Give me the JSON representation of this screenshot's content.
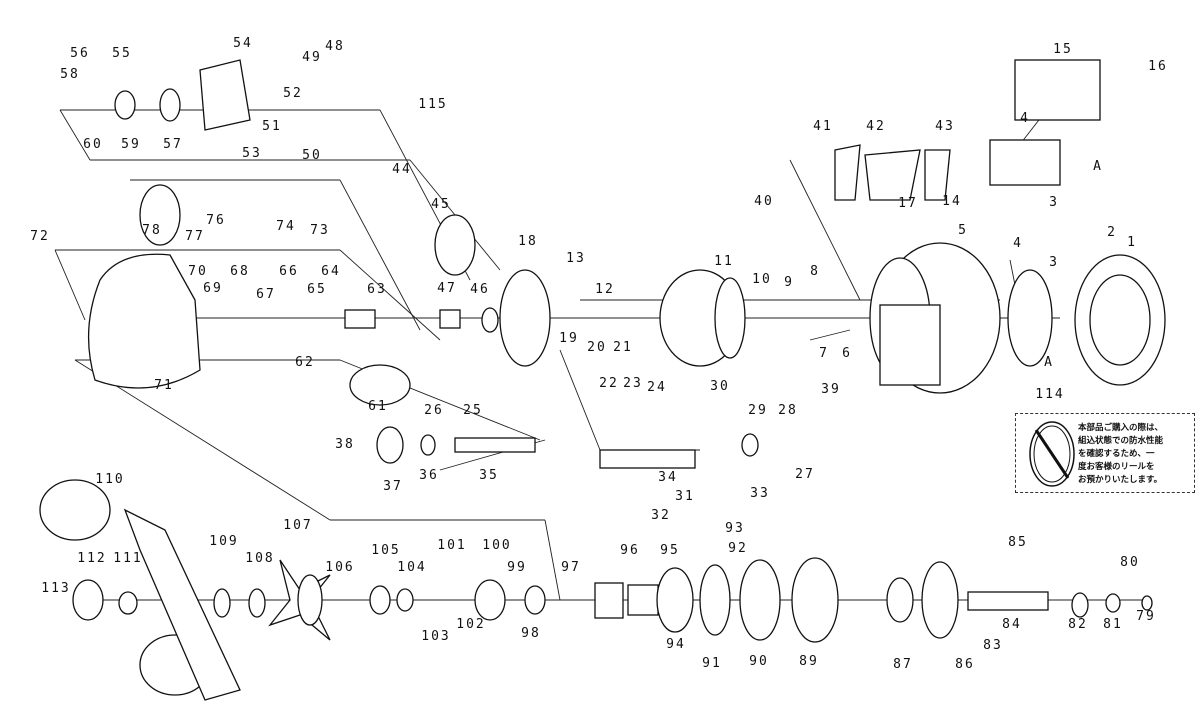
{
  "title": "Exploded parts diagram",
  "callouts": [
    "56",
    "55",
    "54",
    "48",
    "49",
    "58",
    "52",
    "51",
    "53",
    "50",
    "60",
    "59",
    "57",
    "115",
    "15",
    "16",
    "41",
    "42",
    "43",
    "4",
    "A",
    "44",
    "45",
    "78",
    "77",
    "76",
    "74",
    "73",
    "72",
    "18",
    "13",
    "12",
    "11",
    "10",
    "9",
    "8",
    "40",
    "17",
    "14",
    "5",
    "3",
    "2",
    "3",
    "4",
    "1",
    "70",
    "69",
    "68",
    "66",
    "67",
    "65",
    "64",
    "63",
    "47",
    "46",
    "19",
    "20",
    "21",
    "7",
    "6",
    "39",
    "A",
    "62",
    "61",
    "26",
    "25",
    "22",
    "23",
    "24",
    "30",
    "29",
    "28",
    "71",
    "114",
    "38",
    "37",
    "36",
    "35",
    "34",
    "31",
    "33",
    "27",
    "32",
    "110",
    "109",
    "108",
    "107",
    "105",
    "106",
    "104",
    "101",
    "100",
    "99",
    "97",
    "96",
    "95",
    "93",
    "92",
    "85",
    "112",
    "111",
    "113",
    "103",
    "102",
    "98",
    "94",
    "91",
    "90",
    "89",
    "87",
    "86",
    "84",
    "83",
    "82",
    "81",
    "80",
    "79"
  ],
  "note": {
    "part": "114",
    "lines": [
      "本部品ご購入の際は、",
      "組込状態での防水性能",
      "を確認するため、一",
      "度お客様のリールを",
      "お預かりいたします。"
    ]
  }
}
